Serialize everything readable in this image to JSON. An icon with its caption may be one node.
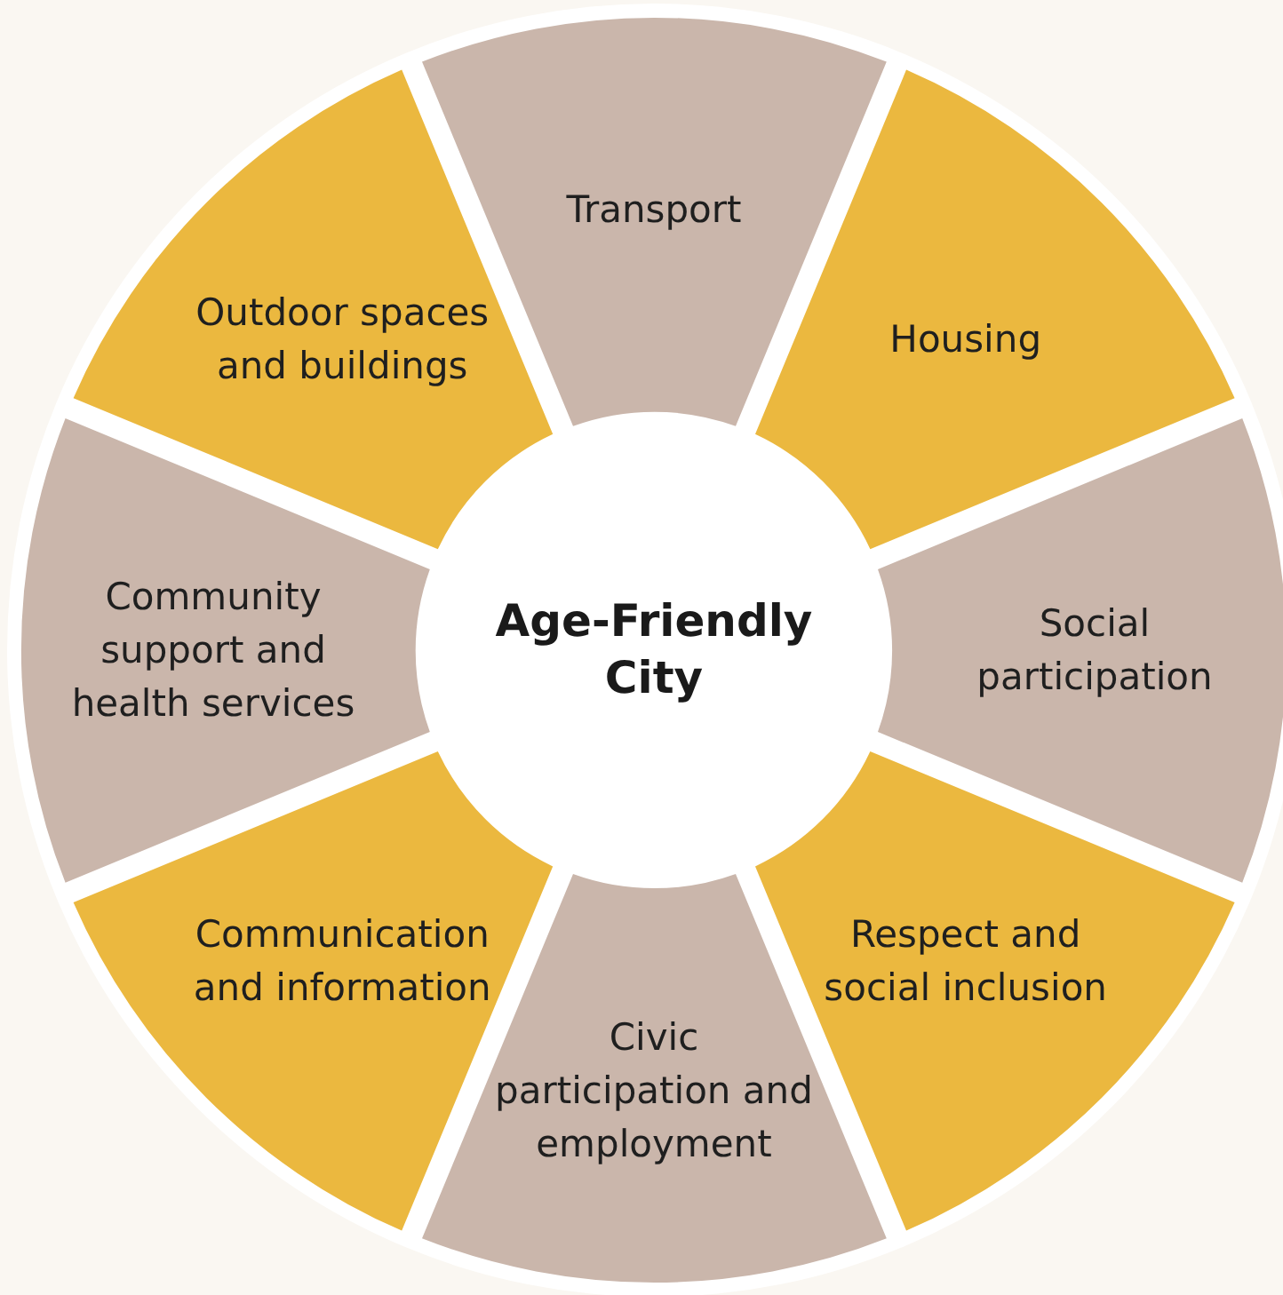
{
  "diagram": {
    "nodes": [
      {
        "text": [
          "Age-Friendly City"
        ]
      },
      {
        "text": [
          "Transport"
        ]
      },
      {
        "text": [
          "Housing"
        ]
      },
      {
        "text": [
          "Social participation"
        ]
      },
      {
        "text": [
          "Respect and social inclusion"
        ]
      },
      {
        "text": [
          "Civic participation and employment"
        ]
      },
      {
        "text": [
          "Communication and information"
        ]
      },
      {
        "text": [
          "Community support and health services"
        ]
      },
      {
        "text": [
          "Outdoor spaces and buildings"
        ]
      }
    ]
  }
}
